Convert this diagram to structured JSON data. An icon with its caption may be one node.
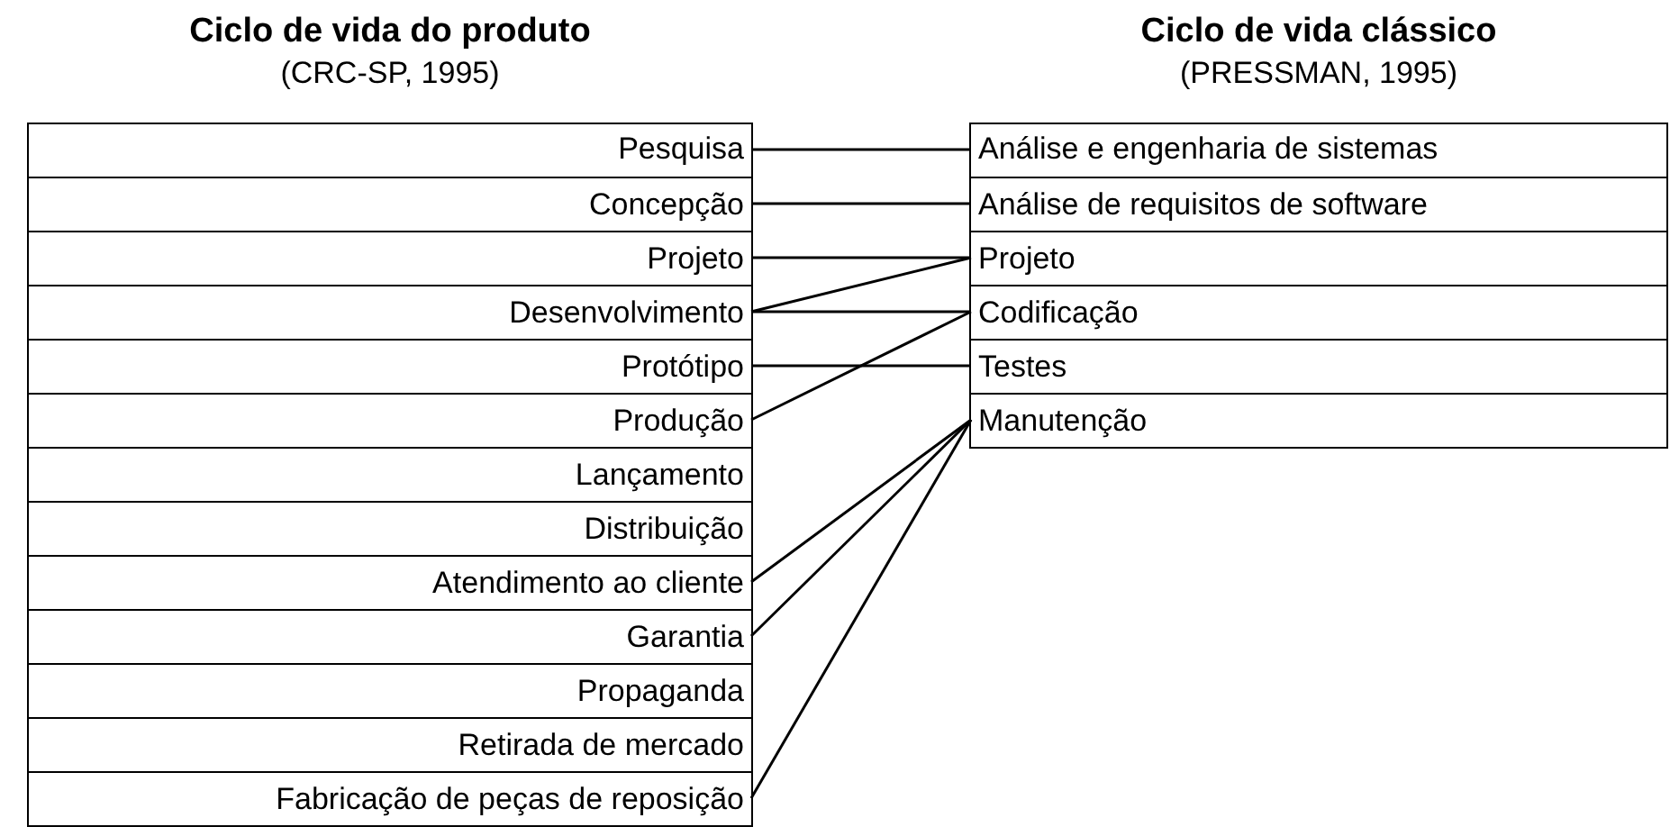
{
  "diagram": {
    "nodes": [
      {
        "text": [
          "Ciclo de vida do produto",
          "(CRC-SP, 1995)"
        ]
      },
      {
        "text": [
          "Pesquisa"
        ],
        "in": 0
      },
      {
        "text": [
          "Concepção"
        ],
        "in": 0
      },
      {
        "text": [
          "Projeto"
        ],
        "in": 0
      },
      {
        "text": [
          "Desenvolvimento"
        ],
        "in": 0
      },
      {
        "text": [
          "Protótipo"
        ],
        "in": 0
      },
      {
        "text": [
          "Produção"
        ],
        "in": 0
      },
      {
        "text": [
          "Lançamento"
        ],
        "in": 0
      },
      {
        "text": [
          "Distribuição"
        ],
        "in": 0
      },
      {
        "text": [
          "Atendimento ao cliente"
        ],
        "in": 0
      },
      {
        "text": [
          "Garantia"
        ],
        "in": 0
      },
      {
        "text": [
          "Propaganda"
        ],
        "in": 0
      },
      {
        "text": [
          "Retirada de mercado"
        ],
        "in": 0
      },
      {
        "text": [
          "Fabricação de peças de reposição"
        ],
        "in": 0
      },
      {
        "text": [
          "Ciclo de vida clássico",
          "(PRESSMAN, 1995)"
        ]
      },
      {
        "text": [
          "Análise e engenharia de sistemas"
        ],
        "in": 14
      },
      {
        "text": [
          "Análise de requisitos de software"
        ],
        "in": 14
      },
      {
        "text": [
          "Projeto"
        ],
        "in": 14
      },
      {
        "text": [
          "Codificação"
        ],
        "in": 14
      },
      {
        "text": [
          "Testes"
        ],
        "in": 14
      },
      {
        "text": [
          "Manutenção"
        ],
        "in": 14
      }
    ],
    "edges": [
      {
        "from": 1,
        "to": 15,
        "arrow": "none"
      },
      {
        "from": 2,
        "to": 16,
        "arrow": "none"
      },
      {
        "from": 3,
        "to": 17,
        "arrow": "none"
      },
      {
        "from": 4,
        "to": 17,
        "arrow": "none"
      },
      {
        "from": 4,
        "to": 18,
        "arrow": "none"
      },
      {
        "from": 6,
        "to": 18,
        "arrow": "none"
      },
      {
        "from": 5,
        "to": 19,
        "arrow": "none"
      },
      {
        "from": 9,
        "to": 20,
        "arrow": "none"
      },
      {
        "from": 10,
        "to": 20,
        "arrow": "none"
      },
      {
        "from": 13,
        "to": 20,
        "arrow": "none"
      }
    ]
  }
}
